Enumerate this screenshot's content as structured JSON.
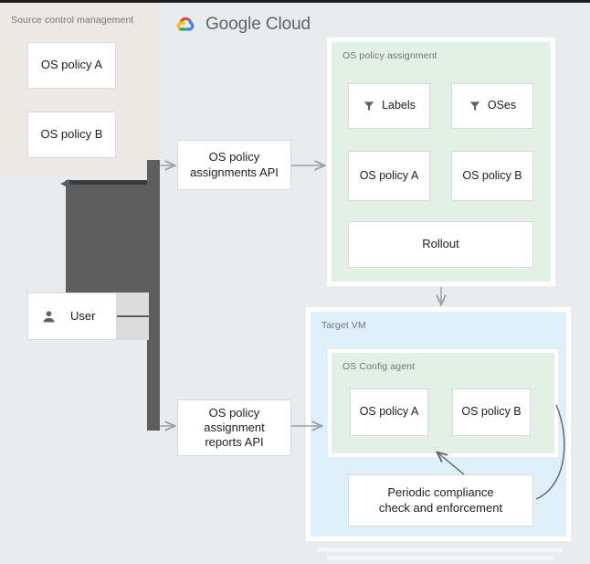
{
  "header": {
    "brand_word1": "Google",
    "brand_word2": "Cloud",
    "logo_icon": "google-cloud-logo-icon"
  },
  "panels": {
    "source_control": {
      "title": "Source control management",
      "bg": "#ece9e5"
    },
    "os_policy_assignment": {
      "title": "OS policy assignment",
      "bg": "#e2f0e6"
    },
    "target_vm": {
      "title": "Target VM",
      "bg": "#dff0fb"
    },
    "os_config_agent": {
      "title": "OS Config agent",
      "bg": "#e2f0e6"
    }
  },
  "source_control_boxes": [
    {
      "label": "OS policy A"
    },
    {
      "label": "OS policy B"
    }
  ],
  "actor": {
    "label": "User",
    "icon": "user-person-icon"
  },
  "apis": [
    {
      "label": "OS policy\nassignments API",
      "line1": "OS policy",
      "line2": "assignments API"
    },
    {
      "label": "OS policy assignment reports API",
      "line1": "OS policy",
      "line2": "assignment",
      "line3": "reports API"
    }
  ],
  "assignment_boxes": [
    {
      "label": "Labels",
      "icon": "filter-funnel-icon"
    },
    {
      "label": "OSes",
      "icon": "filter-funnel-icon"
    },
    {
      "label": "OS policy A",
      "icon": null
    },
    {
      "label": "OS policy B",
      "icon": null
    },
    {
      "label": "Rollout",
      "icon": null
    }
  ],
  "agent_boxes": [
    {
      "label": "OS policy A"
    },
    {
      "label": "OS policy B"
    }
  ],
  "periodic": {
    "line1": "Periodic compliance",
    "line2": "check and enforcement"
  },
  "colors": {
    "page_bg": "#e8ecef",
    "scm_bg": "#ece9e5",
    "green_panel": "#e2f0e6",
    "blue_panel": "#dff0fb",
    "box_border": "#d9dcdf",
    "connector_gray": "#5e5e5e",
    "arrow_gray": "#9aa0a6",
    "text": "#202124",
    "title_text": "#757575",
    "logo_red": "#ea4335",
    "logo_yellow": "#fbbc05",
    "logo_green": "#34a853",
    "logo_blue": "#4285f4"
  }
}
